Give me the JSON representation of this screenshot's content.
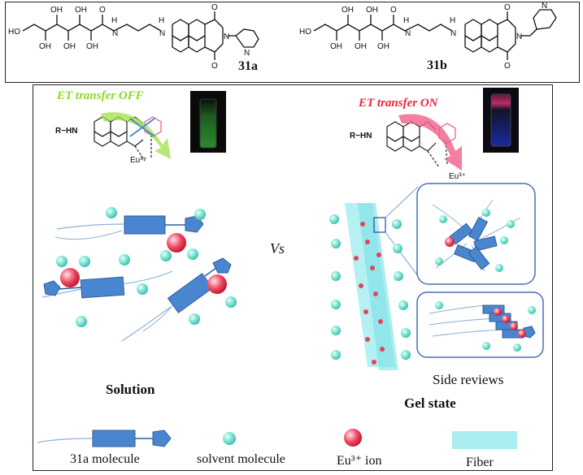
{
  "compounds": {
    "label_a": "31a",
    "label_b": "31b"
  },
  "states": {
    "et_off": "ET transfer OFF",
    "et_on": "ET transfer ON",
    "versus": "Vs",
    "solution": "Solution",
    "gel": "Gel state",
    "side_views": "Side reviews"
  },
  "legend": {
    "molecule": "31a molecule",
    "solvent": "solvent molecule",
    "eu_ion": "Eu³⁺ ion",
    "fiber": "Fiber"
  },
  "chem_text": {
    "r_hn": "R−HN",
    "eu": "Eu³⁺",
    "oh": "OH",
    "o": "O",
    "n": "N",
    "h": "H",
    "ho": "HO"
  },
  "colors": {
    "molecule": "#4a86d0",
    "solvent": "#6fe0cc",
    "eu_ion": "#e8304a",
    "fiber": "#a8eef0",
    "et_off": "#8ad82c",
    "et_on": "#e8283c"
  }
}
